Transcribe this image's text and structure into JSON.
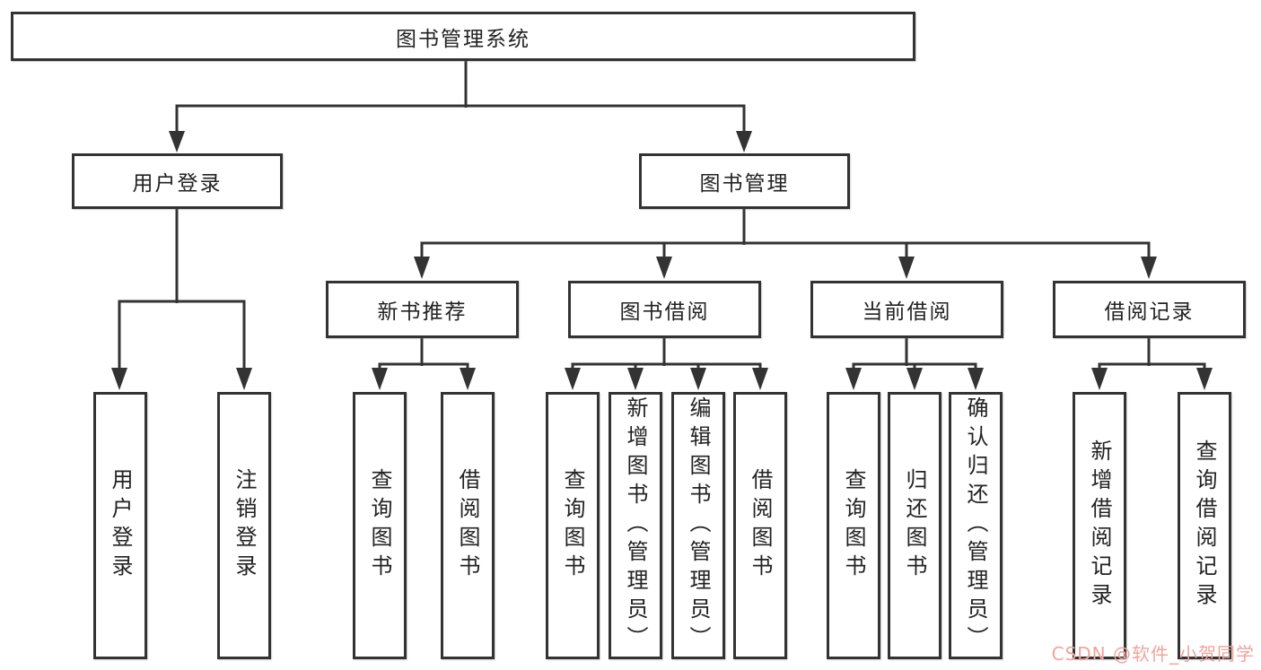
{
  "page": {
    "background": "#ffffff"
  },
  "colors": {
    "line": "#333333",
    "box_border": "#333333",
    "text": "#222222",
    "watermark": "#f0a49d"
  },
  "watermark": {
    "text": "CSDN @软件_小贺同学"
  },
  "tree": {
    "root": {
      "label": "图书管理系统",
      "children": [
        {
          "label": "用户登录",
          "children": [
            {
              "label": "用户登录"
            },
            {
              "label": "注销登录"
            }
          ]
        },
        {
          "label": "图书管理",
          "children": [
            {
              "label": "新书推荐",
              "children": [
                {
                  "label": "查询图书"
                },
                {
                  "label": "借阅图书"
                }
              ]
            },
            {
              "label": "图书借阅",
              "children": [
                {
                  "label": "查询图书"
                },
                {
                  "label": "新增图书（管理员）"
                },
                {
                  "label": "编辑图书（管理员）"
                },
                {
                  "label": "借阅图书"
                }
              ]
            },
            {
              "label": "当前借阅",
              "children": [
                {
                  "label": "查询图书"
                },
                {
                  "label": "归还图书"
                },
                {
                  "label": "确认归还（管理员）"
                }
              ]
            },
            {
              "label": "借阅记录",
              "children": [
                {
                  "label": "新增借阅记录"
                },
                {
                  "label": "查询借阅记录"
                }
              ]
            }
          ]
        }
      ]
    }
  }
}
